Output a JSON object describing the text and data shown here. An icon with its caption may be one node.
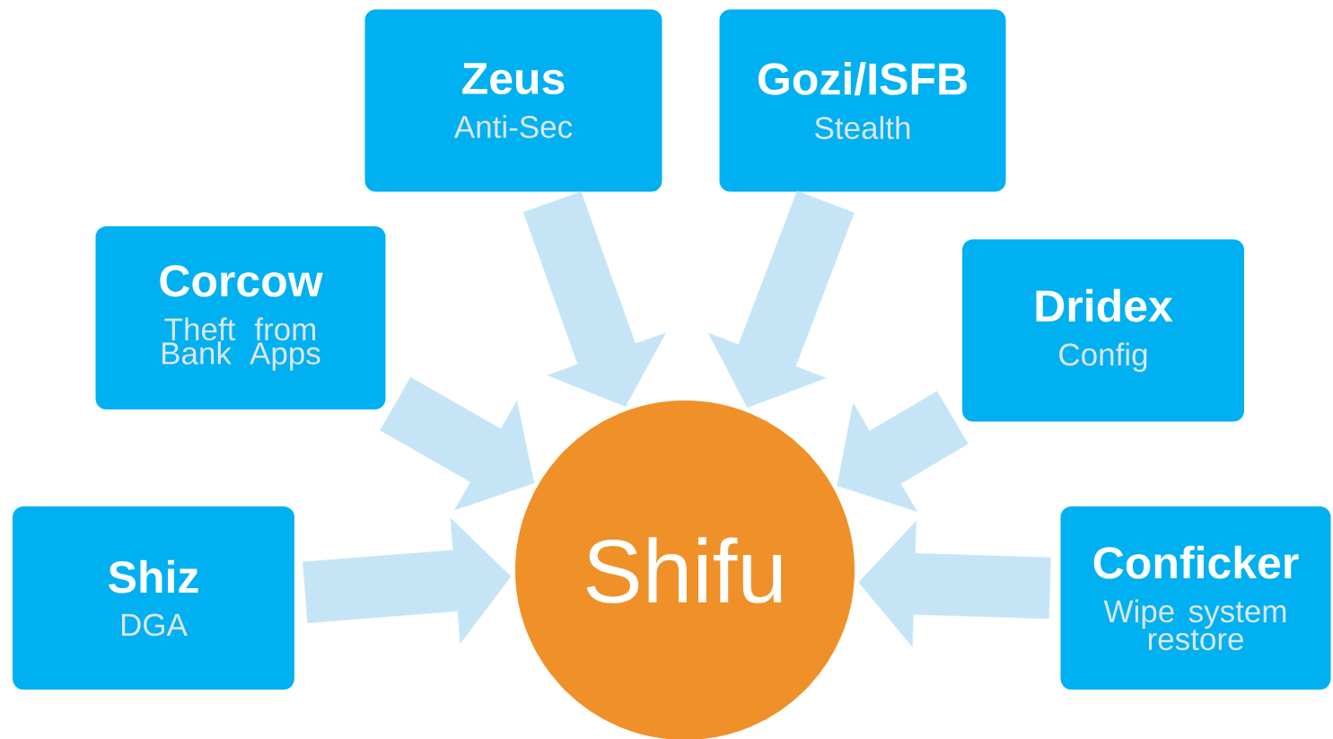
{
  "diagram": {
    "nodes": [
      {
        "text": [
          "Shifu"
        ]
      },
      {
        "text": [
          "Zeus",
          "Anti-Sec"
        ]
      },
      {
        "text": [
          "Gozi/ISFB",
          "Stealth"
        ]
      },
      {
        "text": [
          "Corcow",
          "Theft from Bank Apps"
        ]
      },
      {
        "text": [
          "Dridex",
          "Config"
        ]
      },
      {
        "text": [
          "Shiz",
          "DGA"
        ]
      },
      {
        "text": [
          "Conficker",
          "Wipe system restore"
        ]
      }
    ],
    "edges": [
      {
        "from": 1,
        "to": 0,
        "arrow": "to"
      },
      {
        "from": 2,
        "to": 0,
        "arrow": "to"
      },
      {
        "from": 3,
        "to": 0,
        "arrow": "to"
      },
      {
        "from": 4,
        "to": 0,
        "arrow": "to"
      },
      {
        "from": 5,
        "to": 0,
        "arrow": "to"
      },
      {
        "from": 6,
        "to": 0,
        "arrow": "to"
      }
    ]
  }
}
